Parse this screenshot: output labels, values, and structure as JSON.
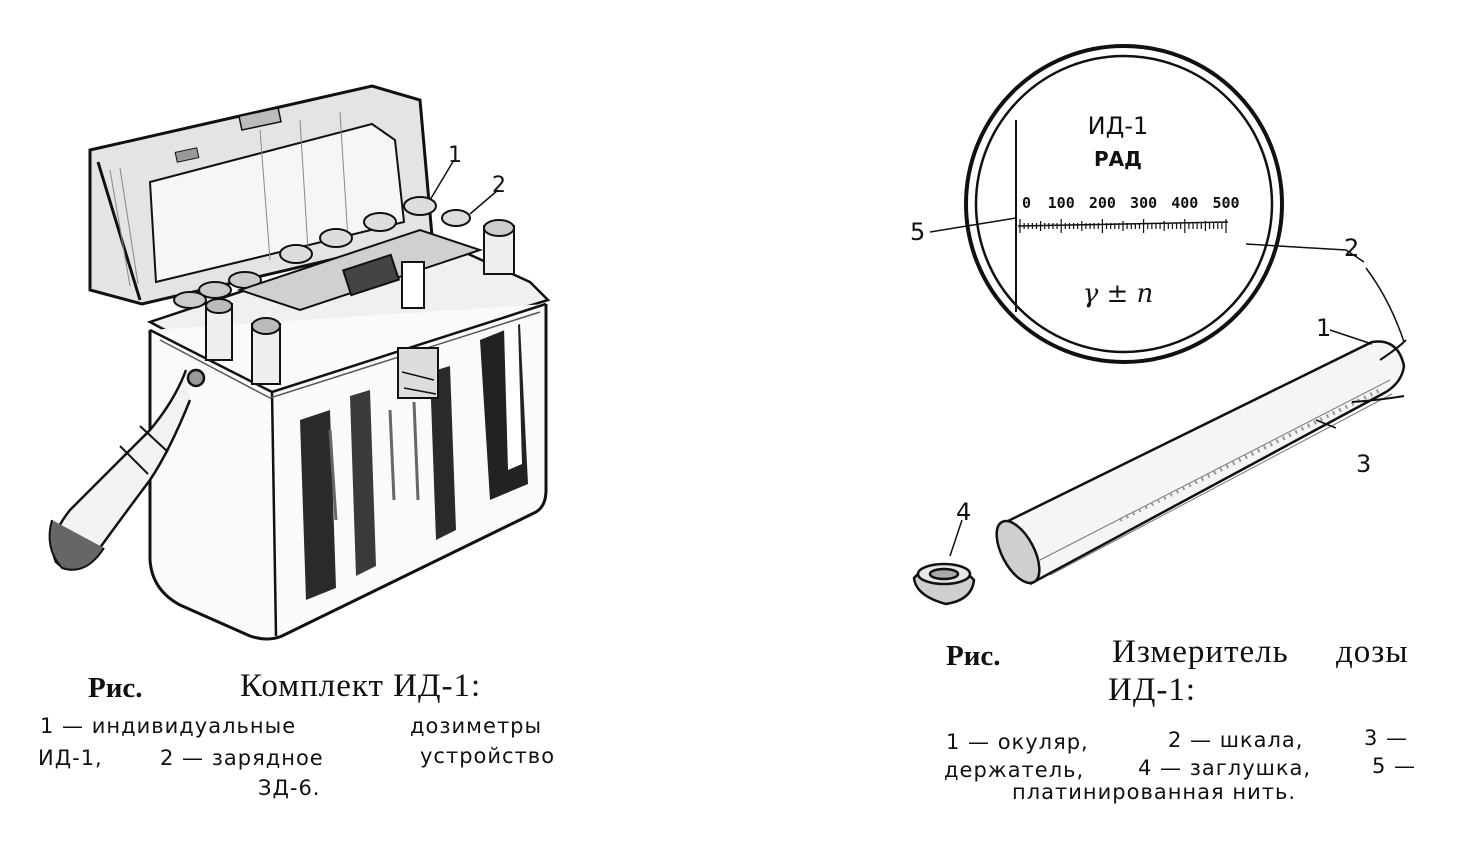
{
  "figure_left": {
    "callouts": [
      "1",
      "2"
    ],
    "caption": {
      "prefix": "Рис.",
      "title": "Комплект ИД-1:",
      "line1_left": "1 — индивидуальные",
      "line1_right": "дозиметры",
      "line2_left": "ИД-1,",
      "line2_mid": "2 — зарядное",
      "line2_right": "устройство",
      "line3": "ЗД-6."
    }
  },
  "figure_right": {
    "dial": {
      "model": "ИД-1",
      "unit": "РАД",
      "scale_ticks": [
        "0",
        "100",
        "200",
        "300",
        "400",
        "500"
      ],
      "symbol": "γ ± n"
    },
    "callouts": [
      "1",
      "2",
      "3",
      "4",
      "5"
    ],
    "caption": {
      "prefix": "Рис.",
      "title_part1": "Измеритель",
      "title_part2": "дозы",
      "title_line2": "ИД-1:",
      "line1_a": "1 — окуляр,",
      "line1_b": "2 — шкала,",
      "line1_c": "3 —",
      "line2_a": "держатель,",
      "line2_b": "4 — заглушка,",
      "line2_c": "5 —",
      "line3": "платинированная нить."
    }
  }
}
